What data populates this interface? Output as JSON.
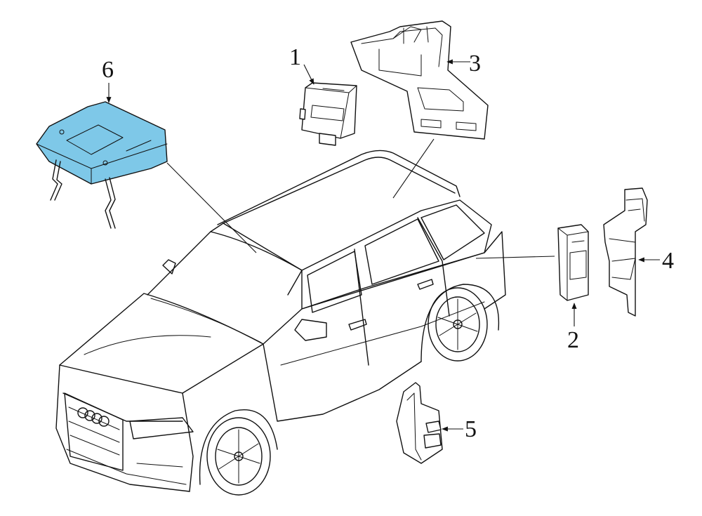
{
  "diagram": {
    "highlight_color": "#7ec8e8",
    "line_color": "#111111",
    "callouts": [
      {
        "id": "1",
        "label": "1"
      },
      {
        "id": "2",
        "label": "2"
      },
      {
        "id": "3",
        "label": "3"
      },
      {
        "id": "4",
        "label": "4"
      },
      {
        "id": "5",
        "label": "5"
      },
      {
        "id": "6",
        "label": "6"
      }
    ],
    "vehicle_icon": "suv-vehicle-outline"
  }
}
